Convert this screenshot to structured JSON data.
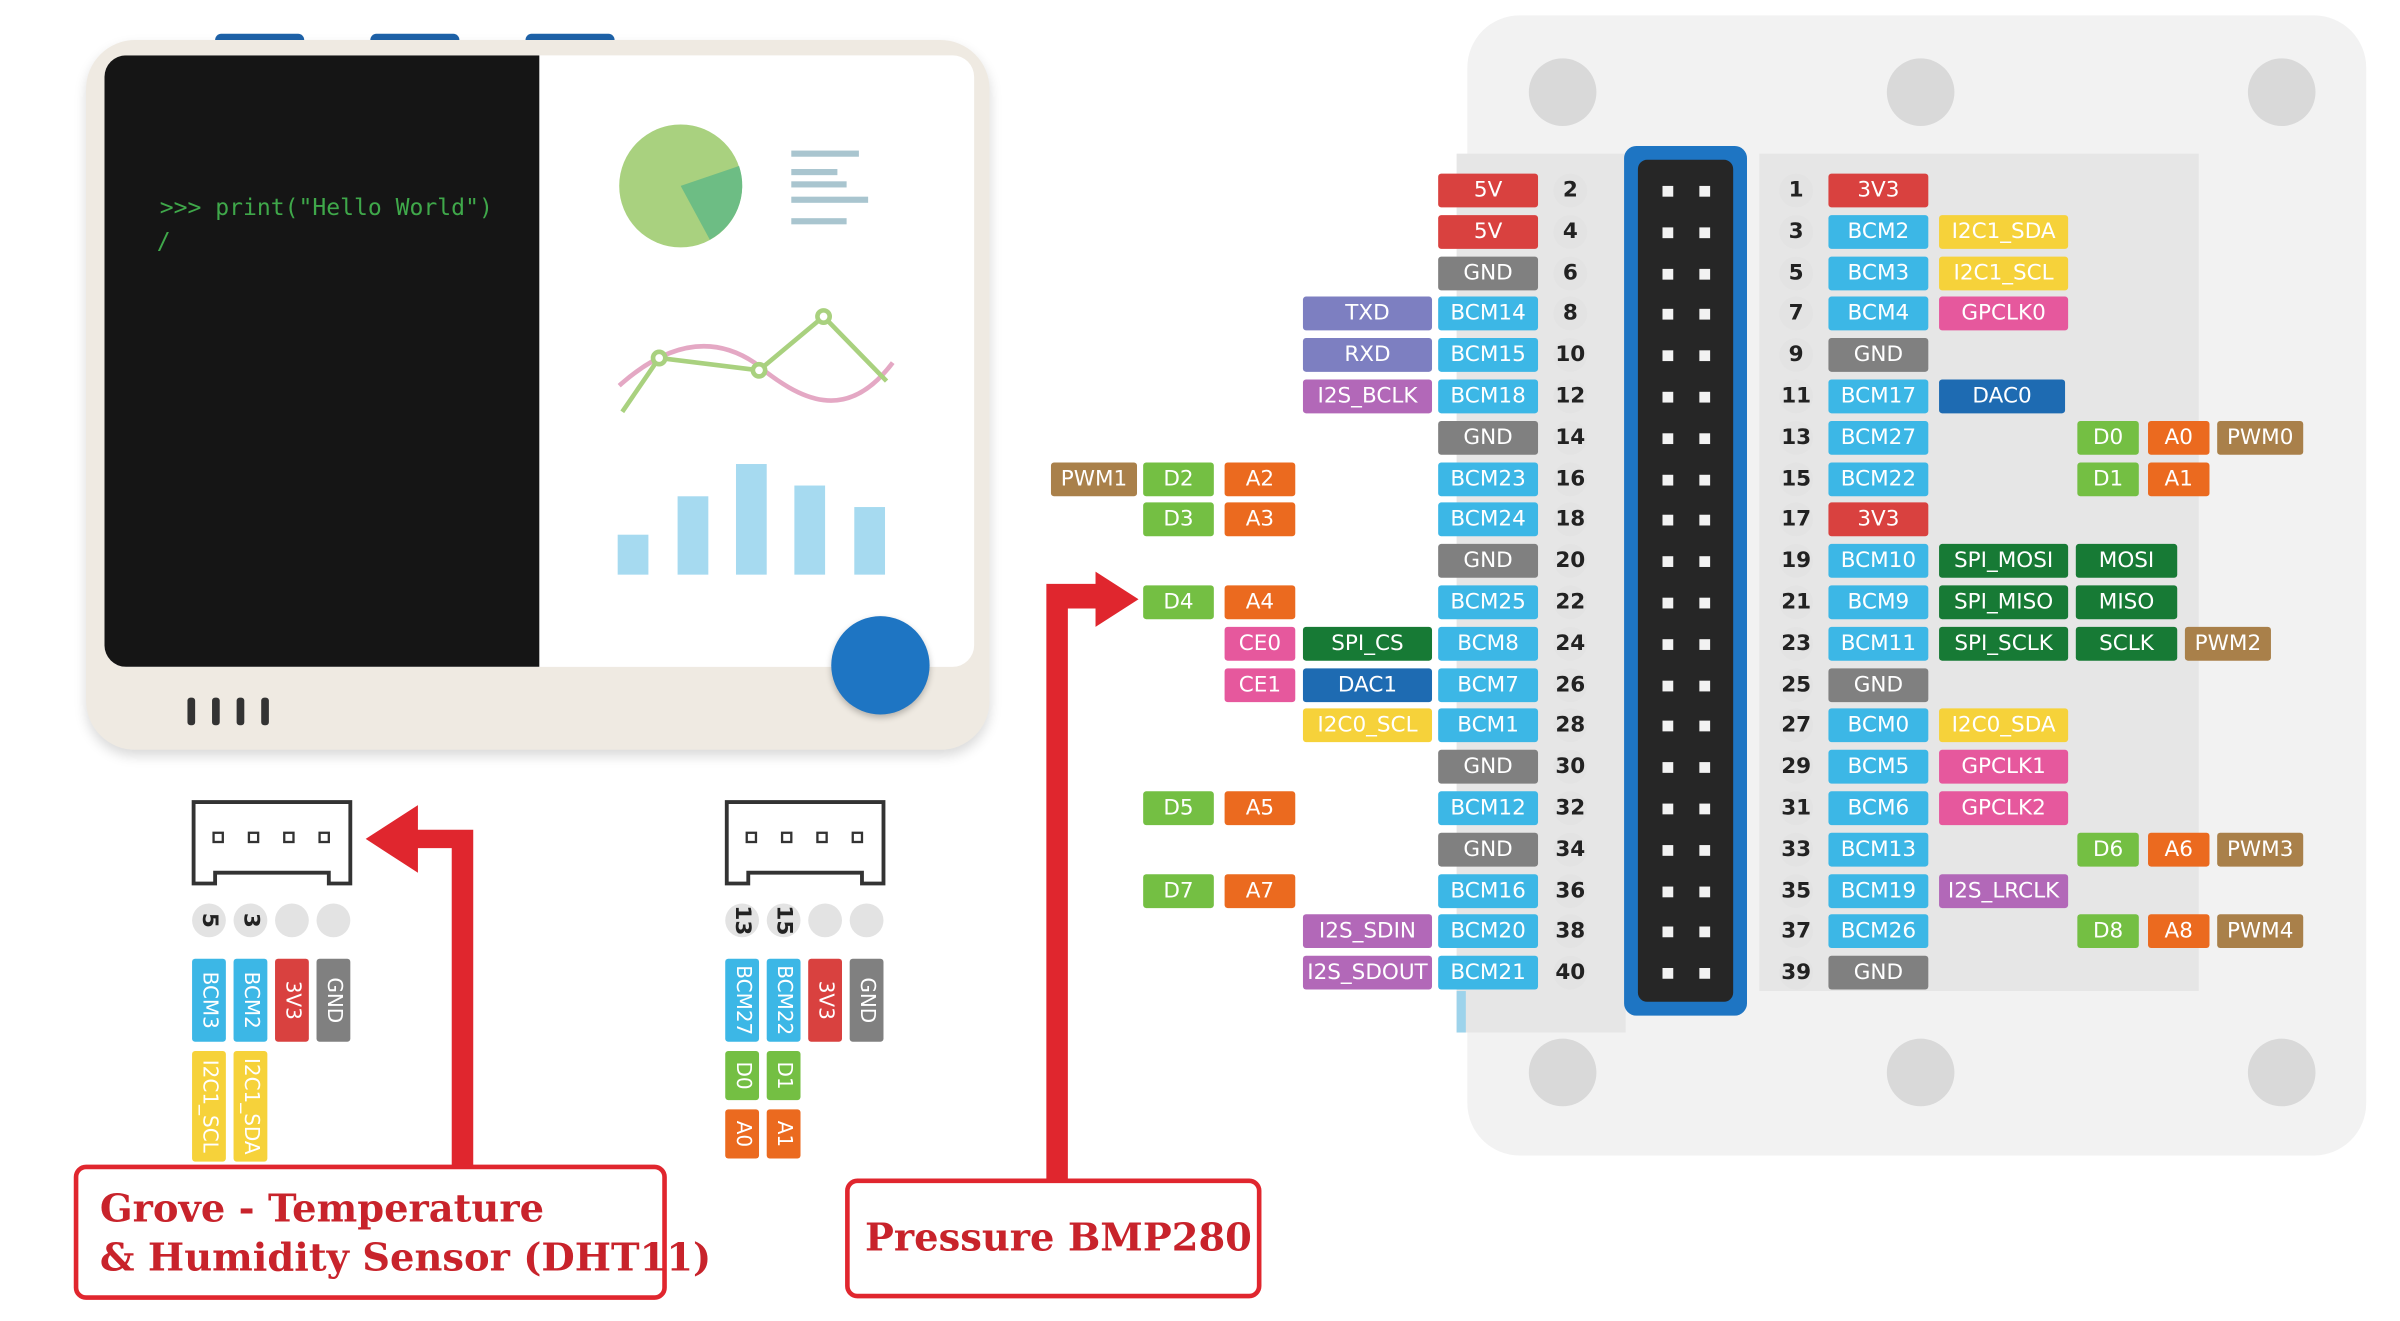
{
  "colors": {
    "power": "#d9413f",
    "bcm": "#3cb7e6",
    "gnd": "#808080",
    "uart": "#7d7fc1",
    "i2s": "#b268b8",
    "i2c": "#f6d23a",
    "gpclk": "#e6589d",
    "dac": "#1e6bb2",
    "spi": "#177a35",
    "digital": "#74bf43",
    "analog": "#eb6a1f",
    "pwm": "#a9804a",
    "ce": "#e6589d",
    "accent": "#e0262e"
  },
  "device": {
    "code_line": ">>> print(\"Hello World\")",
    "cursor": "/",
    "chart_widgets": [
      "pie-chart-icon",
      "text-lines-icon",
      "line-chart-icon",
      "bar-chart-icon"
    ],
    "button_color": "#1e75c3"
  },
  "left_pins": [
    {
      "num": "2",
      "main": "5V",
      "main_type": "power",
      "extras": []
    },
    {
      "num": "4",
      "main": "5V",
      "main_type": "power",
      "extras": []
    },
    {
      "num": "6",
      "main": "GND",
      "main_type": "gnd",
      "extras": []
    },
    {
      "num": "8",
      "main": "BCM14",
      "main_type": "bcm",
      "extras": [
        {
          "text": "TXD",
          "type": "uart",
          "slot": "far"
        }
      ]
    },
    {
      "num": "10",
      "main": "BCM15",
      "main_type": "bcm",
      "extras": [
        {
          "text": "RXD",
          "type": "uart",
          "slot": "far"
        }
      ]
    },
    {
      "num": "12",
      "main": "BCM18",
      "main_type": "bcm",
      "extras": [
        {
          "text": "I2S_BCLK",
          "type": "i2s",
          "slot": "far"
        }
      ]
    },
    {
      "num": "14",
      "main": "GND",
      "main_type": "gnd",
      "extras": []
    },
    {
      "num": "16",
      "main": "BCM23",
      "main_type": "bcm",
      "extras": [
        {
          "text": "A2",
          "type": "analog",
          "slot": "a"
        },
        {
          "text": "D2",
          "type": "digital",
          "slot": "d"
        },
        {
          "text": "PWM1",
          "type": "pwm",
          "slot": "pwm"
        }
      ]
    },
    {
      "num": "18",
      "main": "BCM24",
      "main_type": "bcm",
      "extras": [
        {
          "text": "A3",
          "type": "analog",
          "slot": "a"
        },
        {
          "text": "D3",
          "type": "digital",
          "slot": "d"
        }
      ]
    },
    {
      "num": "20",
      "main": "GND",
      "main_type": "gnd",
      "extras": []
    },
    {
      "num": "22",
      "main": "BCM25",
      "main_type": "bcm",
      "extras": [
        {
          "text": "A4",
          "type": "analog",
          "slot": "a"
        },
        {
          "text": "D4",
          "type": "digital",
          "slot": "d"
        }
      ]
    },
    {
      "num": "24",
      "main": "BCM8",
      "main_type": "bcm",
      "extras": [
        {
          "text": "SPI_CS",
          "type": "spi",
          "slot": "far"
        },
        {
          "text": "CE0",
          "type": "ce",
          "slot": "ce"
        }
      ]
    },
    {
      "num": "26",
      "main": "BCM7",
      "main_type": "bcm",
      "extras": [
        {
          "text": "DAC1",
          "type": "dac",
          "slot": "far"
        },
        {
          "text": "CE1",
          "type": "ce",
          "slot": "ce"
        }
      ]
    },
    {
      "num": "28",
      "main": "BCM1",
      "main_type": "bcm",
      "extras": [
        {
          "text": "I2C0_SCL",
          "type": "i2c",
          "slot": "far"
        }
      ]
    },
    {
      "num": "30",
      "main": "GND",
      "main_type": "gnd",
      "extras": []
    },
    {
      "num": "32",
      "main": "BCM12",
      "main_type": "bcm",
      "extras": [
        {
          "text": "A5",
          "type": "analog",
          "slot": "a"
        },
        {
          "text": "D5",
          "type": "digital",
          "slot": "d"
        }
      ]
    },
    {
      "num": "34",
      "main": "GND",
      "main_type": "gnd",
      "extras": []
    },
    {
      "num": "36",
      "main": "BCM16",
      "main_type": "bcm",
      "extras": [
        {
          "text": "A7",
          "type": "analog",
          "slot": "a"
        },
        {
          "text": "D7",
          "type": "digital",
          "slot": "d"
        }
      ]
    },
    {
      "num": "38",
      "main": "BCM20",
      "main_type": "bcm",
      "extras": [
        {
          "text": "I2S_SDIN",
          "type": "i2s",
          "slot": "far"
        }
      ]
    },
    {
      "num": "40",
      "main": "BCM21",
      "main_type": "bcm",
      "extras": [
        {
          "text": "I2S_SDOUT",
          "type": "i2s",
          "slot": "far"
        }
      ]
    }
  ],
  "right_pins": [
    {
      "num": "1",
      "main": "3V3",
      "main_type": "power",
      "extras": []
    },
    {
      "num": "3",
      "main": "BCM2",
      "main_type": "bcm",
      "extras": [
        {
          "text": "I2C1_SDA",
          "type": "i2c",
          "slot": "c1"
        }
      ]
    },
    {
      "num": "5",
      "main": "BCM3",
      "main_type": "bcm",
      "extras": [
        {
          "text": "I2C1_SCL",
          "type": "i2c",
          "slot": "c1"
        }
      ]
    },
    {
      "num": "7",
      "main": "BCM4",
      "main_type": "bcm",
      "extras": [
        {
          "text": "GPCLK0",
          "type": "gpclk",
          "slot": "c1"
        }
      ]
    },
    {
      "num": "9",
      "main": "GND",
      "main_type": "gnd",
      "extras": []
    },
    {
      "num": "11",
      "main": "BCM17",
      "main_type": "bcm",
      "extras": [
        {
          "text": "DAC0",
          "type": "dac",
          "slot": "c1w"
        }
      ]
    },
    {
      "num": "13",
      "main": "BCM27",
      "main_type": "bcm",
      "extras": [
        {
          "text": "D0",
          "type": "digital",
          "slot": "d"
        },
        {
          "text": "A0",
          "type": "analog",
          "slot": "a"
        },
        {
          "text": "PWM0",
          "type": "pwm",
          "slot": "pwm"
        }
      ]
    },
    {
      "num": "15",
      "main": "BCM22",
      "main_type": "bcm",
      "extras": [
        {
          "text": "D1",
          "type": "digital",
          "slot": "d"
        },
        {
          "text": "A1",
          "type": "analog",
          "slot": "a"
        }
      ]
    },
    {
      "num": "17",
      "main": "3V3",
      "main_type": "power",
      "extras": []
    },
    {
      "num": "19",
      "main": "BCM10",
      "main_type": "bcm",
      "extras": [
        {
          "text": "SPI_MOSI",
          "type": "spi",
          "slot": "c1"
        },
        {
          "text": "MOSI",
          "type": "spi",
          "slot": "c2"
        }
      ]
    },
    {
      "num": "21",
      "main": "BCM9",
      "main_type": "bcm",
      "extras": [
        {
          "text": "SPI_MISO",
          "type": "spi",
          "slot": "c1"
        },
        {
          "text": "MISO",
          "type": "spi",
          "slot": "c2"
        }
      ]
    },
    {
      "num": "23",
      "main": "BCM11",
      "main_type": "bcm",
      "extras": [
        {
          "text": "SPI_SCLK",
          "type": "spi",
          "slot": "c1"
        },
        {
          "text": "SCLK",
          "type": "spi",
          "slot": "c2"
        },
        {
          "text": "PWM2",
          "type": "pwm",
          "slot": "c3"
        }
      ]
    },
    {
      "num": "25",
      "main": "GND",
      "main_type": "gnd",
      "extras": []
    },
    {
      "num": "27",
      "main": "BCM0",
      "main_type": "bcm",
      "extras": [
        {
          "text": "I2C0_SDA",
          "type": "i2c",
          "slot": "c1"
        }
      ]
    },
    {
      "num": "29",
      "main": "BCM5",
      "main_type": "bcm",
      "extras": [
        {
          "text": "GPCLK1",
          "type": "gpclk",
          "slot": "c1"
        }
      ]
    },
    {
      "num": "31",
      "main": "BCM6",
      "main_type": "bcm",
      "extras": [
        {
          "text": "GPCLK2",
          "type": "gpclk",
          "slot": "c1"
        }
      ]
    },
    {
      "num": "33",
      "main": "BCM13",
      "main_type": "bcm",
      "extras": [
        {
          "text": "D6",
          "type": "digital",
          "slot": "d"
        },
        {
          "text": "A6",
          "type": "analog",
          "slot": "a"
        },
        {
          "text": "PWM3",
          "type": "pwm",
          "slot": "pwm"
        }
      ]
    },
    {
      "num": "35",
      "main": "BCM19",
      "main_type": "bcm",
      "extras": [
        {
          "text": "I2S_LRCLK",
          "type": "i2s",
          "slot": "c1"
        }
      ]
    },
    {
      "num": "37",
      "main": "BCM26",
      "main_type": "bcm",
      "extras": [
        {
          "text": "D8",
          "type": "digital",
          "slot": "d"
        },
        {
          "text": "A8",
          "type": "analog",
          "slot": "a"
        },
        {
          "text": "PWM4",
          "type": "pwm",
          "slot": "pwm"
        }
      ]
    },
    {
      "num": "39",
      "main": "GND",
      "main_type": "gnd",
      "extras": []
    }
  ],
  "grove_left": {
    "pin_numbers": [
      "5",
      "3",
      "",
      ""
    ],
    "signals": [
      {
        "text": "BCM3",
        "type": "bcm"
      },
      {
        "text": "BCM2",
        "type": "bcm"
      },
      {
        "text": "3V3",
        "type": "power"
      },
      {
        "text": "GND",
        "type": "gnd"
      }
    ],
    "extras": [
      {
        "text": "I2C1_SCL",
        "type": "i2c"
      },
      {
        "text": "I2C1_SDA",
        "type": "i2c"
      }
    ]
  },
  "grove_right": {
    "pin_numbers": [
      "13",
      "15",
      "",
      ""
    ],
    "signals": [
      {
        "text": "BCM27",
        "type": "bcm"
      },
      {
        "text": "BCM22",
        "type": "bcm"
      },
      {
        "text": "3V3",
        "type": "power"
      },
      {
        "text": "GND",
        "type": "gnd"
      }
    ],
    "extras_d": [
      {
        "text": "D0",
        "type": "digital"
      },
      {
        "text": "D1",
        "type": "digital"
      }
    ],
    "extras_a": [
      {
        "text": "A0",
        "type": "analog"
      },
      {
        "text": "A1",
        "type": "analog"
      }
    ]
  },
  "callouts": {
    "dht11_line1": "Grove - Temperature",
    "dht11_line2": "& Humidity Sensor (DHT11)",
    "bmp280": "Pressure BMP280"
  }
}
